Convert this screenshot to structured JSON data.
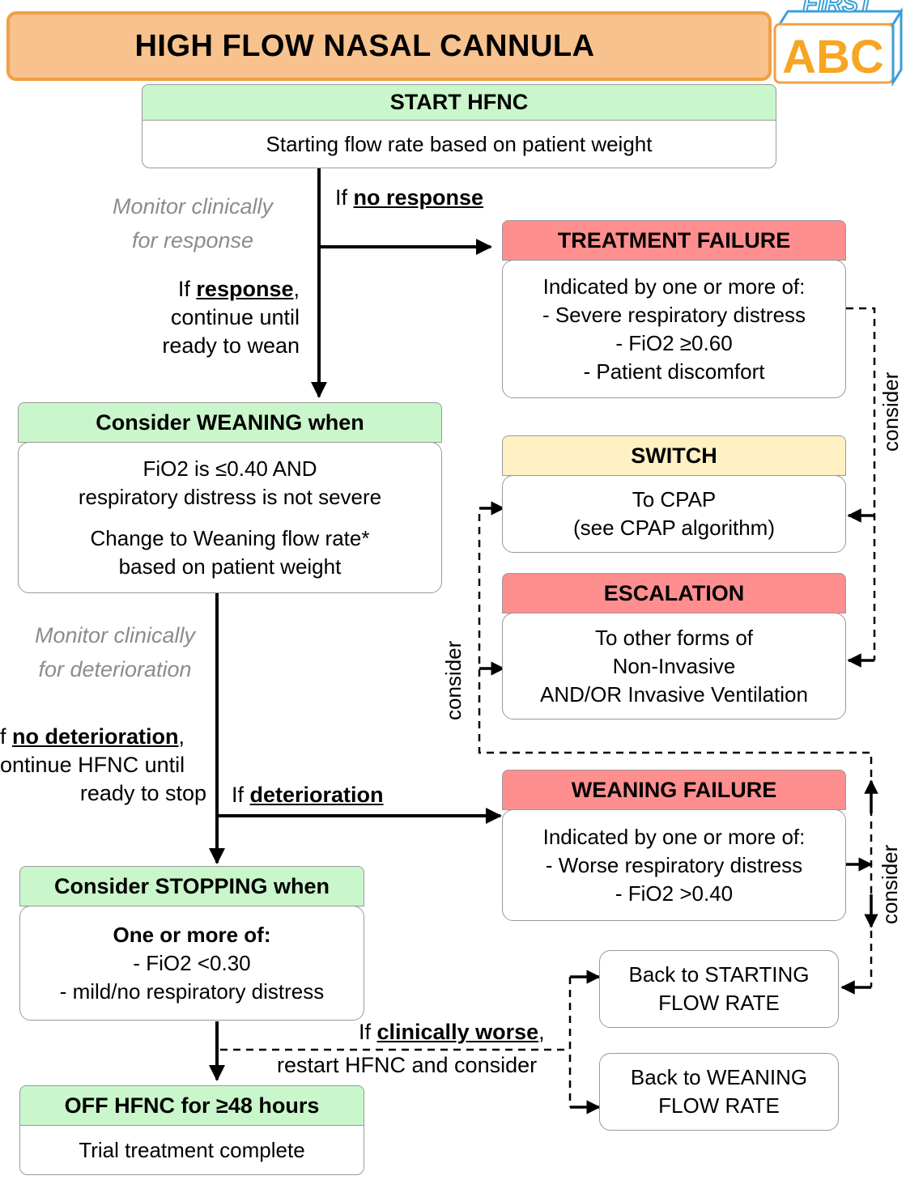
{
  "title": "HIGH FLOW NASAL CANNULA",
  "logo": {
    "top_text": "FIRST",
    "main_text": "ABC"
  },
  "start": {
    "header": "START HFNC",
    "body": "Starting flow rate based on patient weight"
  },
  "notes": {
    "monitor_response": [
      "Monitor clinically",
      "for response"
    ],
    "if_no_response_prefix": "If ",
    "if_no_response_key": "no response",
    "if_response_prefix": "If ",
    "if_response_key": "response",
    "if_response_suffix": ",",
    "if_response_lines": [
      "continue until",
      "ready to wean"
    ],
    "monitor_deterioration": [
      "Monitor clinically",
      "for deterioration"
    ],
    "no_det_prefix": "f ",
    "no_det_key": "no deterioration",
    "no_det_suffix": ",",
    "no_det_lines": [
      "ontinue HFNC until",
      "ready to stop"
    ],
    "if_det_prefix": "If ",
    "if_det_key": "deterioration",
    "clin_worse_prefix": "If ",
    "clin_worse_key": "clinically worse",
    "clin_worse_suffix": ",",
    "clin_worse_line2": "restart HFNC and consider",
    "consider": "consider"
  },
  "treatment_failure": {
    "header": "TREATMENT FAILURE",
    "lines": [
      "Indicated by one or more of:",
      "- Severe respiratory distress",
      "- FiO2 ≥0.60",
      "- Patient discomfort"
    ]
  },
  "weaning": {
    "header": "Consider WEANING when",
    "lines": [
      "FiO2 is ≤0.40 AND",
      "respiratory distress is not severe"
    ],
    "lines2": [
      "Change to Weaning flow rate*",
      "based on patient weight"
    ]
  },
  "switch": {
    "header": "SWITCH",
    "lines": [
      "To CPAP",
      "(see CPAP algorithm)"
    ]
  },
  "escalation": {
    "header": "ESCALATION",
    "lines": [
      "To other forms of",
      "Non-Invasive",
      "AND/OR Invasive Ventilation"
    ]
  },
  "weaning_failure": {
    "header": "WEANING FAILURE",
    "lines": [
      "Indicated by one or more of:",
      "- Worse respiratory distress",
      "- FiO2 >0.40"
    ]
  },
  "stopping": {
    "header": "Consider STOPPING when",
    "line_bold": "One or more of:",
    "lines": [
      "- FiO2 <0.30",
      "- mild/no respiratory distress"
    ]
  },
  "off": {
    "header": "OFF HFNC for ≥48 hours",
    "body": "Trial treatment complete"
  },
  "back_starting": {
    "lines": [
      "Back to STARTING",
      "FLOW RATE"
    ]
  },
  "back_weaning": {
    "lines": [
      "Back to WEANING",
      "FLOW RATE"
    ]
  },
  "colors": {
    "green": "#c9f6cb",
    "red": "#ff8f8f",
    "yellow": "#fff1c4",
    "orange": "#f7c28d"
  }
}
